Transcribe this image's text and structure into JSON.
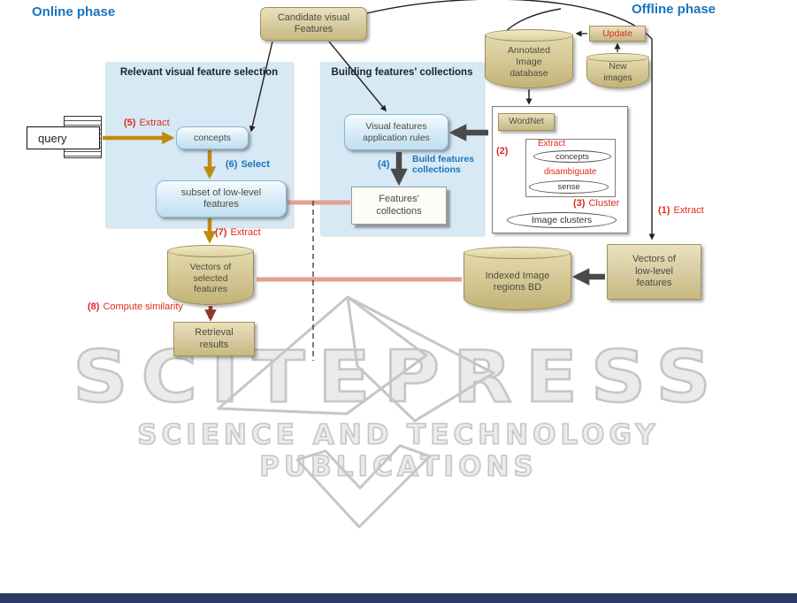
{
  "titles": {
    "online": "Online phase",
    "offline": "Offline phase"
  },
  "panels": {
    "selection_title": "Relevant visual feature selection",
    "building_title": "Building features' collections"
  },
  "nodes": {
    "candidate": "Candidate visual\nFeatures",
    "annotated_db": "Annotated\nImage\ndatabase",
    "update": "Update",
    "new_images": "New\nimages",
    "query": "query",
    "concepts": "concepts",
    "subset": "subset of low-level\nfeatures",
    "visual_rules": "Visual features\napplication rules",
    "features_collections": "Features'\ncollections",
    "wordnet": "WordNet",
    "inner_concepts": "concepts",
    "inner_sense": "sense",
    "image_clusters": "Image clusters",
    "vectors_selected": "Vectors of\nselected\nfeatures",
    "retrieval": "Retrieval\nresults",
    "indexed_db": "Indexed Image\nregions BD",
    "vectors_low": "Vectors of\nlow-level\nfeatures"
  },
  "steps": {
    "s1_num": "(1)",
    "s1_text": "Extract",
    "s2_num": "(2)",
    "s3_num": "(3)",
    "s3_text": "Cluster",
    "s4_num": "(4)",
    "s4_text": "Build features\ncollections",
    "s5_num": "(5)",
    "s5_text": "Extract",
    "s6_num": "(6)",
    "s6_text": "Select",
    "s7_num": "(7)",
    "s7_text": "Extract",
    "s8_num": "(8)",
    "s8_text": "Compute similarity",
    "extract_label": "Extract",
    "disambiguate_label": "disambiguate"
  },
  "watermark": {
    "word": "SCITEPRESS",
    "sub": "SCIENCE AND TECHNOLOGY PUBLICATIONS"
  },
  "colors": {
    "phase_blue": "#1b74bc",
    "step_red": "#df2b1e",
    "panel_blue": "#d7e9f5",
    "node_blue": "#cfe7f4",
    "tan": "#d6caa0",
    "arrow_orange": "#bf8a14",
    "arrow_gray": "#4a4a4a",
    "arrow_salmon": "#e2a090",
    "arrow_maroon": "#8b3a2a"
  }
}
